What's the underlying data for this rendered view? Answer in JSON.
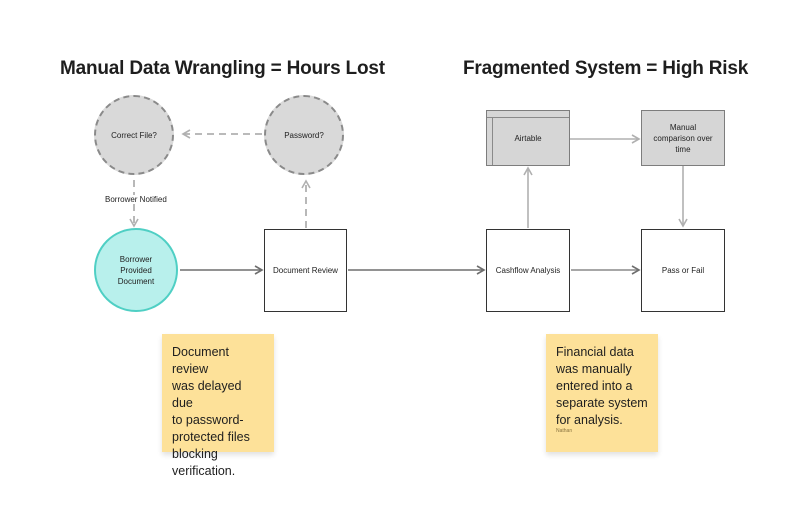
{
  "titles": {
    "left": "Manual Data Wrangling = Hours Lost",
    "right": "Fragmented System = High Risk"
  },
  "nodes": {
    "correct_file": "Correct File?",
    "password": "Password?",
    "borrower_notified": "Borrower Notified",
    "borrower_provided": [
      "Borrower",
      "Provided",
      "Document"
    ],
    "document_review": "Document Review",
    "airtable": "Airtable",
    "manual_comparison": [
      "Manual",
      "comparison over",
      "time"
    ],
    "cashflow_analysis": "Cashflow Analysis",
    "pass_or_fail": "Pass or Fail"
  },
  "stickies": {
    "left": {
      "lines": [
        "Document review",
        "was delayed due",
        "to password-",
        "protected files",
        "blocking",
        "verification."
      ]
    },
    "right": {
      "lines": [
        "Financial data",
        "was manually",
        "entered into a",
        "separate system",
        "for analysis."
      ],
      "author": "Nathan"
    }
  },
  "colors": {
    "dashed_circle_fill": "#d9d9d9",
    "teal_circle_fill": "#b8f0ec",
    "teal_circle_border": "#4fcfc4",
    "gray_box_fill": "#d6d6d6",
    "sticky_fill": "#fde199",
    "connector": "#6e6e6e",
    "dashed_connector": "#b0b0b0"
  }
}
